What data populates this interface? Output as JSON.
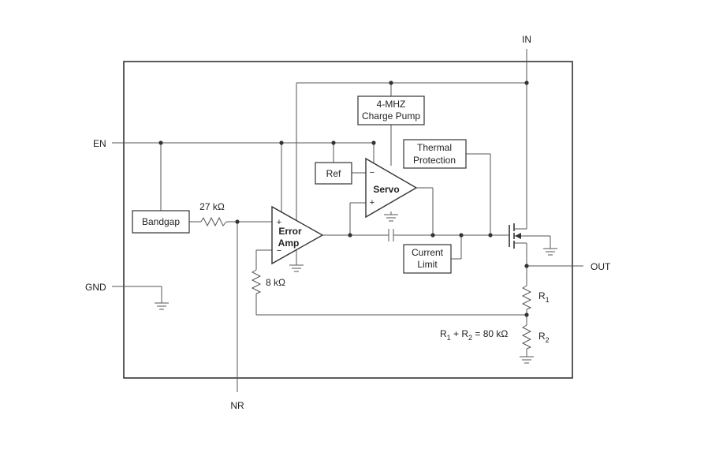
{
  "pins": {
    "in": "IN",
    "en": "EN",
    "gnd": "GND",
    "nr": "NR",
    "out": "OUT"
  },
  "blocks": {
    "charge_pump_line1": "4-MHZ",
    "charge_pump_line2": "Charge Pump",
    "thermal_line1": "Thermal",
    "thermal_line2": "Protection",
    "ref": "Ref",
    "bandgap": "Bandgap",
    "current_limit_line1": "Current",
    "current_limit_line2": "Limit"
  },
  "amplifiers": {
    "servo": "Servo",
    "servo_minus": "−",
    "servo_plus": "+",
    "error_amp_line1": "Error",
    "error_amp_line2": "Amp",
    "error_plus": "+",
    "error_minus": "−"
  },
  "components": {
    "r_bandgap": "27 kΩ",
    "r_nr": "8 kΩ",
    "r1_main": "R",
    "r1_sub": "1",
    "r2_main": "R",
    "r2_sub": "2",
    "sum_r1": "R",
    "sum_r1_sub": "1",
    "sum_plus": " + R",
    "sum_r2_sub": "2",
    "sum_value": " = 80 kΩ"
  }
}
